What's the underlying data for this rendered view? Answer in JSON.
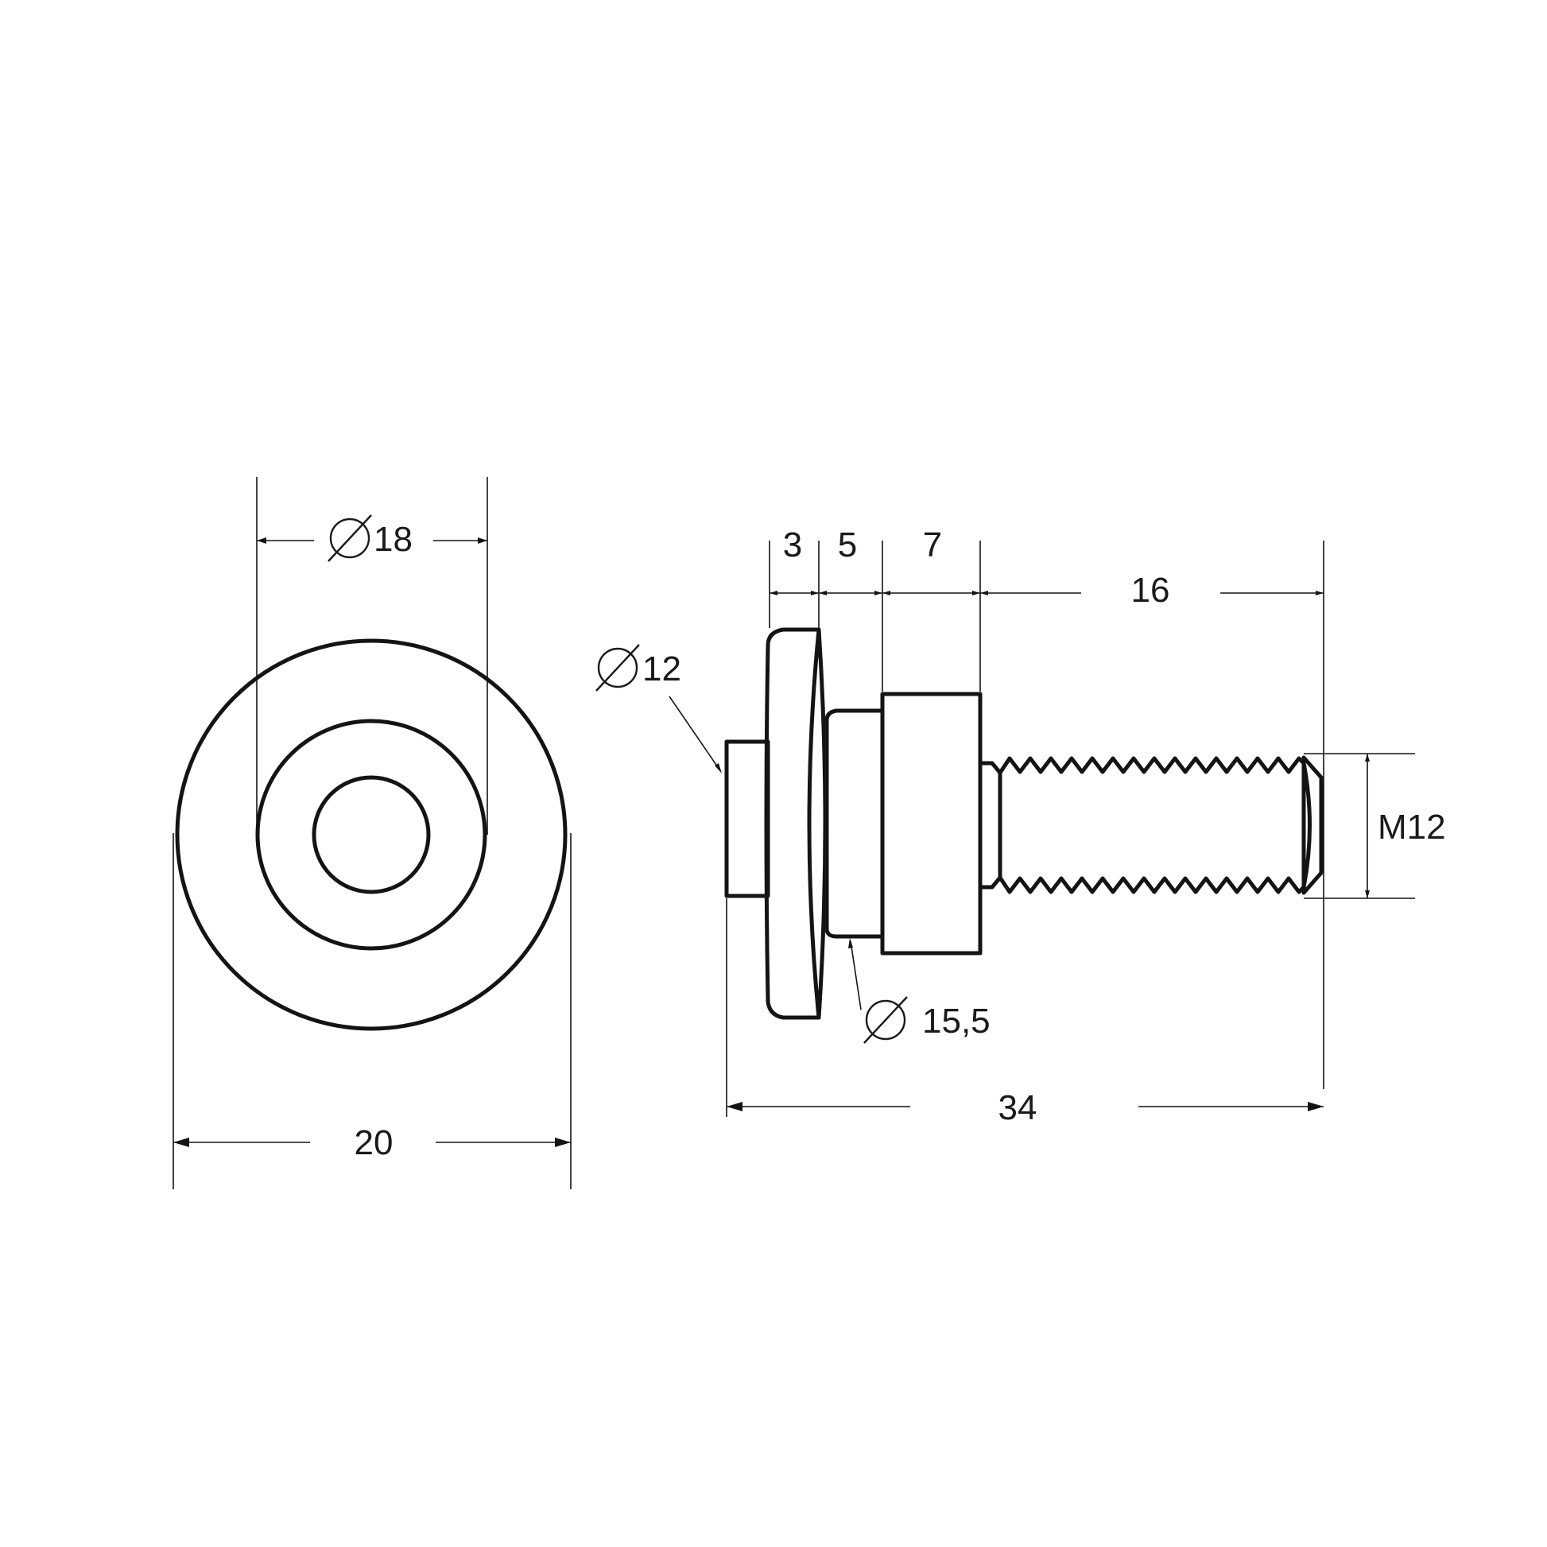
{
  "front_view": {
    "dim_outer": "20",
    "dim_middle": "18"
  },
  "side_view": {
    "dim_len_1": "3",
    "dim_len_2": "5",
    "dim_len_3": "7",
    "dim_len_4": "16",
    "dim_total": "34",
    "dim_small_dia": "12",
    "dim_neck_dia": "15,5",
    "dim_thread": "M12"
  }
}
